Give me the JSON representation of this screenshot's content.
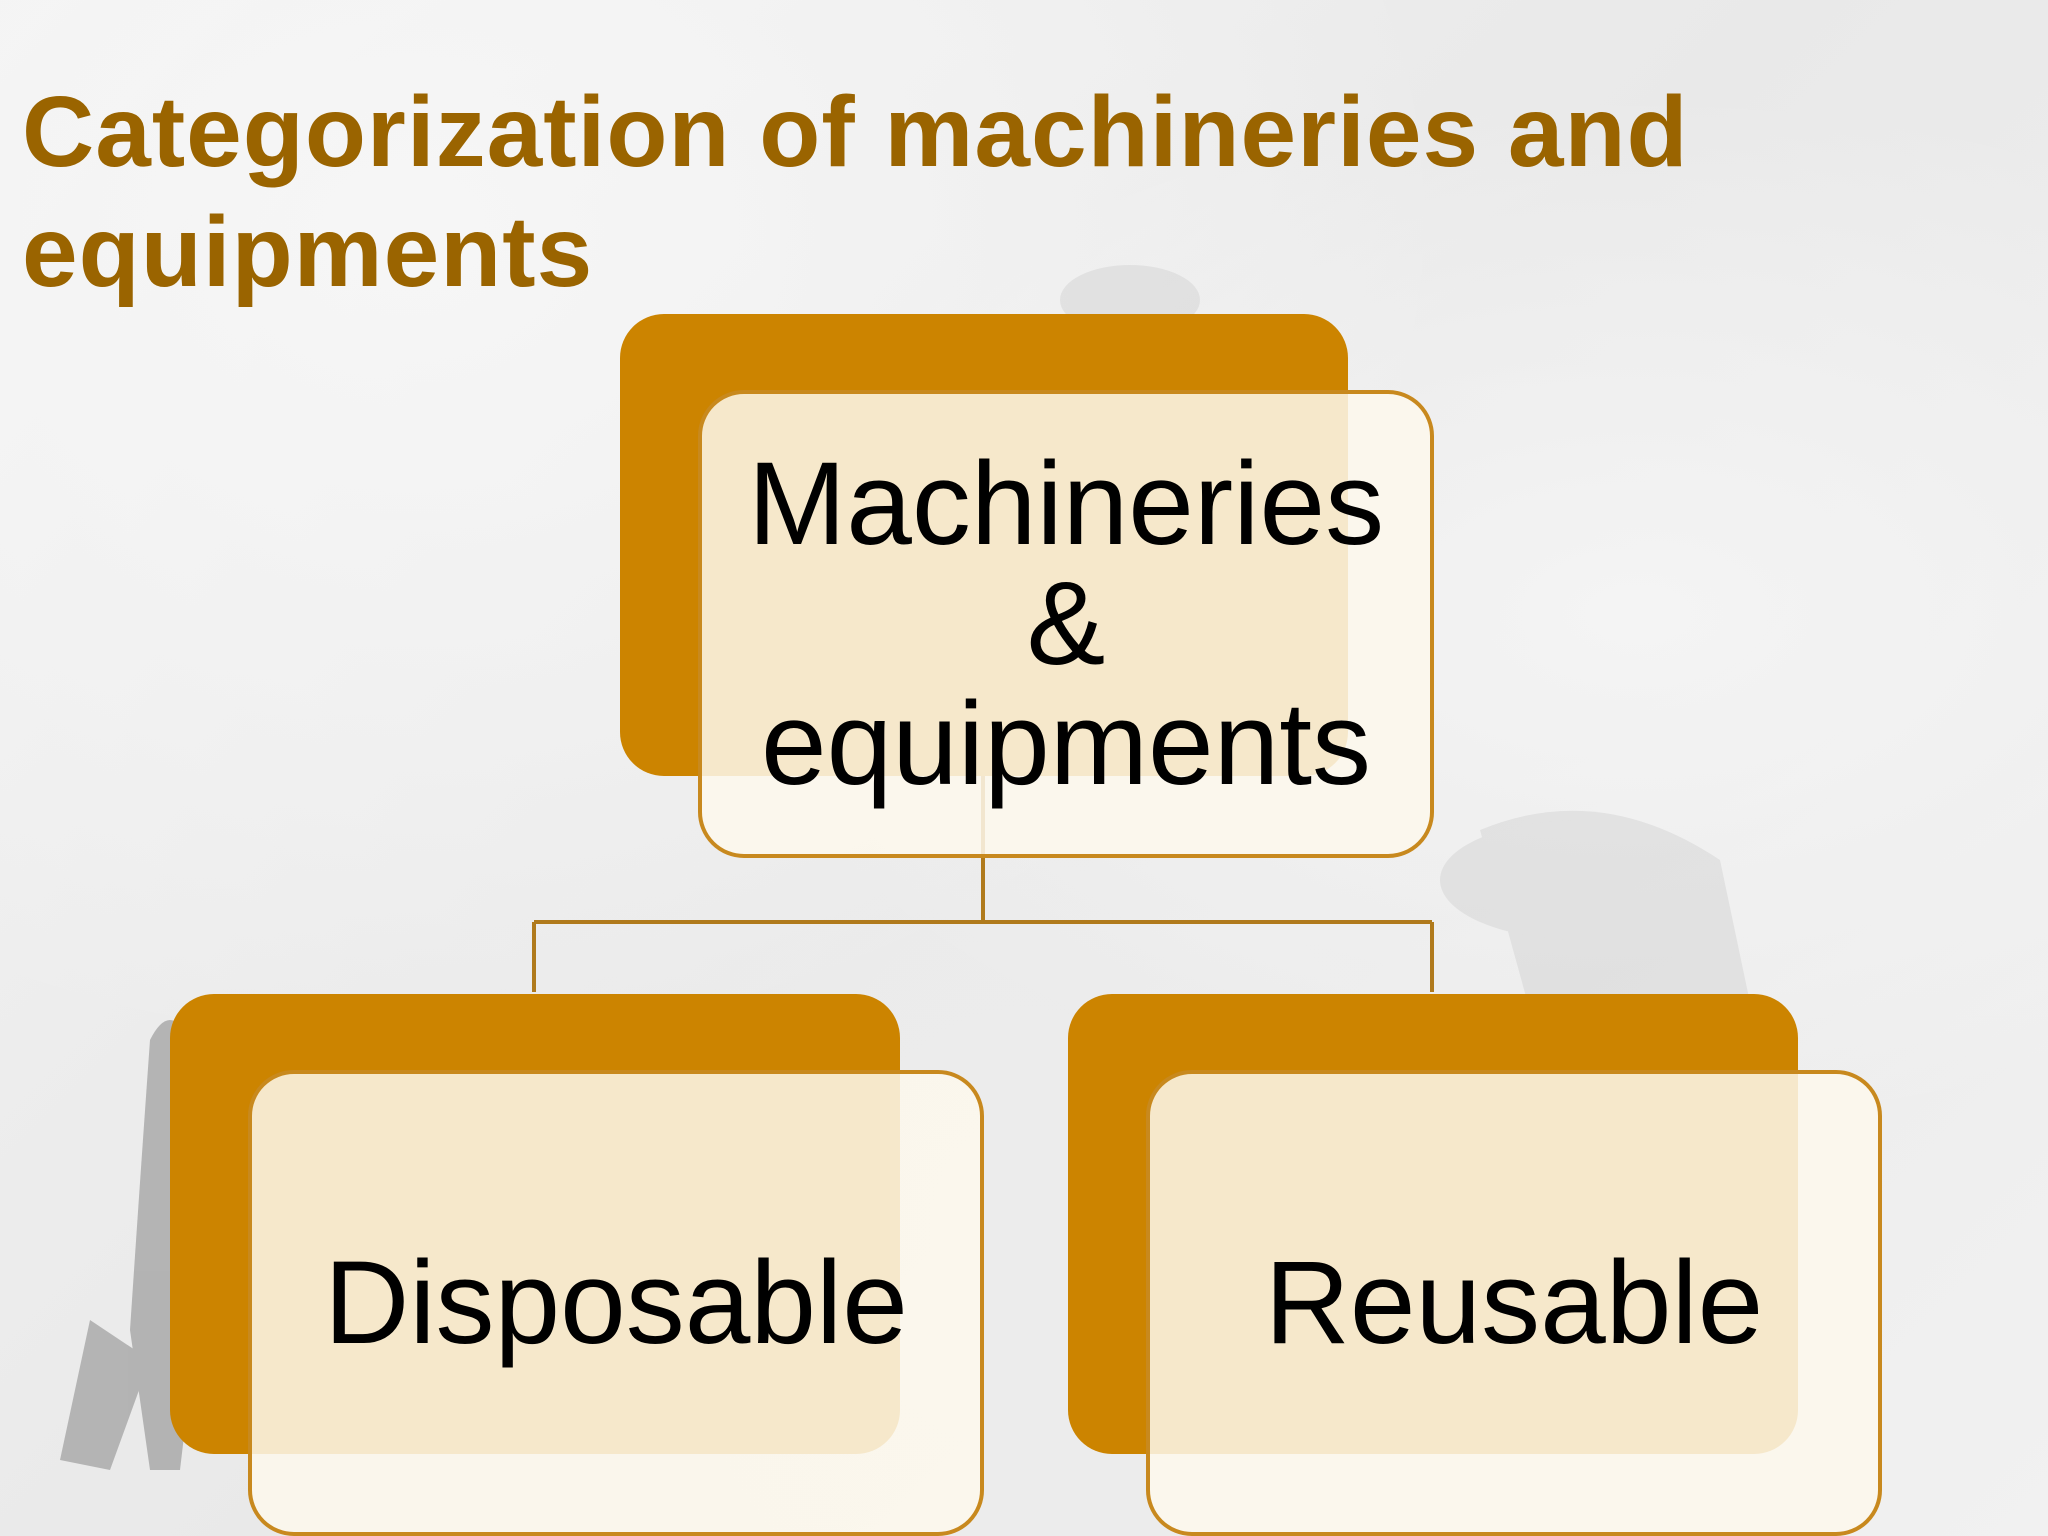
{
  "slide": {
    "title": "Categorization of machineries and equipments"
  },
  "diagram": {
    "root": {
      "label": "Machineries\n&\nequipments"
    },
    "children": [
      {
        "label": "Disposable"
      },
      {
        "label": "Reusable"
      }
    ]
  },
  "colors": {
    "accent": "#cc8400",
    "title": "#9a6400",
    "border": "#c8891e",
    "box_fill": "#fdf8ec"
  }
}
